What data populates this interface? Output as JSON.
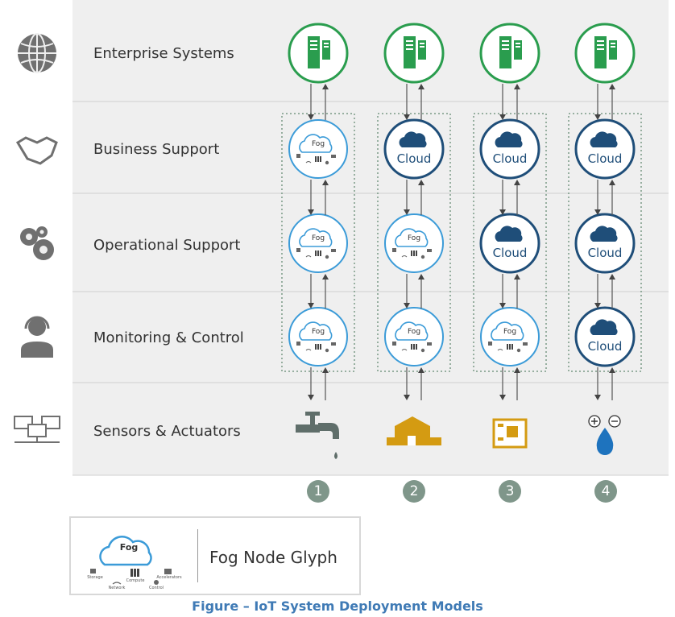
{
  "rows": [
    {
      "label": "Enterprise Systems",
      "icon": "globe-icon"
    },
    {
      "label": "Business Support",
      "icon": "handshake-icon"
    },
    {
      "label": "Operational Support",
      "icon": "gears-icon"
    },
    {
      "label": "Monitoring & Control",
      "icon": "operator-icon"
    },
    {
      "label": "Sensors & Actuators",
      "icon": "network-icon"
    }
  ],
  "columns": [
    {
      "number": "1",
      "tiers": [
        "server",
        "fog",
        "fog",
        "fog"
      ],
      "device": "faucet-icon"
    },
    {
      "number": "2",
      "tiers": [
        "server",
        "cloud",
        "fog",
        "fog"
      ],
      "device": "house-icon"
    },
    {
      "number": "3",
      "tiers": [
        "server",
        "cloud",
        "cloud",
        "fog"
      ],
      "device": "circuit-board-icon"
    },
    {
      "number": "4",
      "tiers": [
        "server",
        "cloud",
        "cloud",
        "cloud"
      ],
      "device": "water-drop-charge-icon"
    }
  ],
  "node_labels": {
    "fog": "Fog",
    "cloud": "Cloud"
  },
  "legend": {
    "label": "Fog Node Glyph",
    "glyph_title": "Fog",
    "glyph_parts": [
      "Storage",
      "Compute",
      "Accelerators",
      "Network",
      "Control"
    ]
  },
  "caption": "Figure – IoT System Deployment Models",
  "colors": {
    "band_bg": "#efefef",
    "server_green": "#2a9d4e",
    "fog_blue": "#3b9bd8",
    "cloud_navy": "#1f4e79",
    "device_gold": "#d49b12",
    "number_badge": "#7f968a",
    "caption_blue": "#3f7ab5"
  }
}
